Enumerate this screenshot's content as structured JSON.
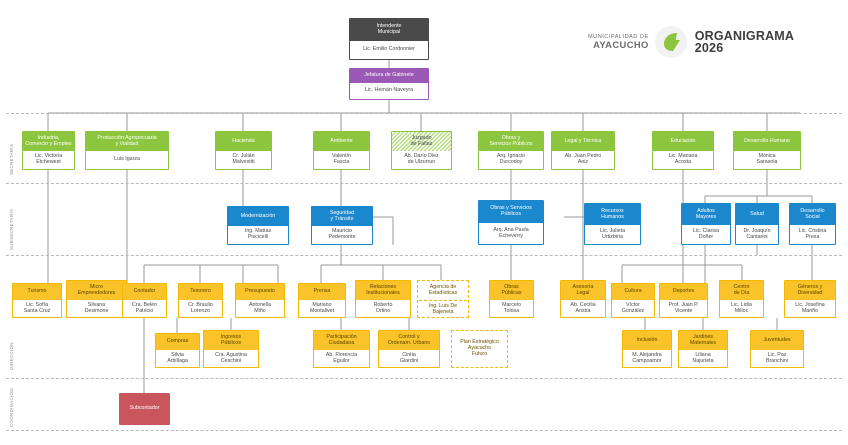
{
  "header": {
    "brand_line1": "MUNICIPALIDAD DE",
    "brand_line2": "AYACUCHO",
    "logo_icon": "ayacucho-leaf-logo",
    "title_line1": "ORGANIGRAMA",
    "title_line2": "2026"
  },
  "band_labels": [
    {
      "id": "secretaria",
      "label": "SECRETARÍA"
    },
    {
      "id": "subsecretaria",
      "label": "SUBSECRETARÍA"
    },
    {
      "id": "direccion",
      "label": "DIRECCIÓN"
    },
    {
      "id": "coordinacion",
      "label": "COORDINACIÓN"
    }
  ],
  "top": {
    "intendente": {
      "title": "Intendente\nMunicipal",
      "person": "Lic. Emilio Cordonnier"
    },
    "jefatura": {
      "title": "Jefatura de Gabinete",
      "person": "Lic. Hernán Naveyra"
    }
  },
  "secretarias": [
    {
      "title": "Industria,\nComercio y Empleo",
      "person": "Lic. Victoria\nEtchewest"
    },
    {
      "title": "Producción Agropecuaria\ny Vialidad",
      "person": "Luis Igarza"
    },
    {
      "title": "Hacienda",
      "person": "Cr. Julián\nMalvestiti"
    },
    {
      "title": "Ambiente",
      "person": "Valentín\nFascia"
    },
    {
      "title": "Juzgado\nde Faltas",
      "person": "Ab. Darío Diez\nde Ulzurrun",
      "style": "hatched"
    },
    {
      "title": "Obras y\nServicios Públicos",
      "person": "Arq. Ignacio\nDurcodoy"
    },
    {
      "title": "Legal y Técnica",
      "person": "Ab. Juan Pedro\nAniz"
    },
    {
      "title": "Educación",
      "person": "Lic. Mariana\nAcosta"
    },
    {
      "title": "Desarrollo Humano",
      "person": "Mónica\nSarasola"
    }
  ],
  "subsecretarias": [
    {
      "title": "Modernización",
      "person": "Ing. Matías\nPiscicelli"
    },
    {
      "title": "Seguridad\ny Tránsito",
      "person": "Mauricio\nPedemonte"
    },
    {
      "title": "Obras y Servicios\nPúblicos",
      "person": "Arq. Ana Paula\nEcheverry"
    },
    {
      "title": "Recursos\nHumanos",
      "person": "Lic. Julieta\nUrtizbiria"
    },
    {
      "title": "Adultos\nMayores",
      "person": "Lic. Clarisa\nDoñer"
    },
    {
      "title": "Salud",
      "person": "Dr. Joaquín\nCantarini"
    },
    {
      "title": "Desarrollo\nSocial",
      "person": "Lic. Cristina\nPresa"
    }
  ],
  "direcciones_row1": [
    {
      "title": "Turismo",
      "person": "Lic. Sofía\nSanta Cruz"
    },
    {
      "title": "Micro\nEmprendedores",
      "person": "Silvana\nDesimone"
    },
    {
      "title": "Contador",
      "person": "Cra. Belén\nPatricio"
    },
    {
      "title": "Tesorero",
      "person": "Cr. Braulio\nLorenzo"
    },
    {
      "title": "Presupuesto",
      "person": "Antonella\nMiño"
    },
    {
      "title": "Prensa",
      "person": "Mariano\nMontalivet"
    },
    {
      "title": "Relaciones\nInstitucionales",
      "person": "Roberto\nOrtino"
    },
    {
      "title": "Agencia de\nEstadísticas",
      "person": "Ing. Luis De\nBajeneta",
      "style": "dashed"
    },
    {
      "title": "Obras\nPúblicas",
      "person": "Marcelo\nTolosa"
    },
    {
      "title": "Asesoría\nLegal",
      "person": "Ab. Cecilia\nAristía"
    },
    {
      "title": "Cultura",
      "person": "Víctor\nGonzález"
    },
    {
      "title": "Deportes",
      "person": "Prof. Juan P.\nVicente"
    },
    {
      "title": "Centro\nde Día",
      "person": "Lic. Lidia\nMilloc"
    },
    {
      "title": "Géneros y\nDiversidad",
      "person": "Lic. Josefina\nMariño"
    }
  ],
  "direcciones_row2": [
    {
      "title": "Compras",
      "person": "Silvia\nArbillaga"
    },
    {
      "title": "Ingresos\nPúblicos",
      "person": "Cra. Agustina\nCeschini"
    },
    {
      "title": "Participación\nCiudadana",
      "person": "Ab. Florencia\nEguilor"
    },
    {
      "title": "Control y\nOrdenam. Urbano",
      "person": "Cintia\nGiardini"
    },
    {
      "title": "Plan Estratégico\nAyacucho\nFuturo",
      "person": "",
      "style": "dashed"
    },
    {
      "title": "Inclusión",
      "person": "M. Alejandra\nCampoamor"
    },
    {
      "title": "Jardines\nMaternales",
      "person": "Liliana\nNajurieta"
    },
    {
      "title": "Juventudes",
      "person": "Lic. Paz\nBranchini"
    }
  ],
  "coordinacion": [
    {
      "title": "Subcontador",
      "person": ""
    }
  ],
  "colors": {
    "intendente": "#4a4a4a",
    "jefatura": "#9b59b6",
    "secretaria": "#8cc63e",
    "subsecretaria": "#1b87cd",
    "direccion": "#f9c329",
    "coordinacion": "#c9565c",
    "line": "#9a9a9a",
    "band_separator": "#b9b9b9"
  }
}
